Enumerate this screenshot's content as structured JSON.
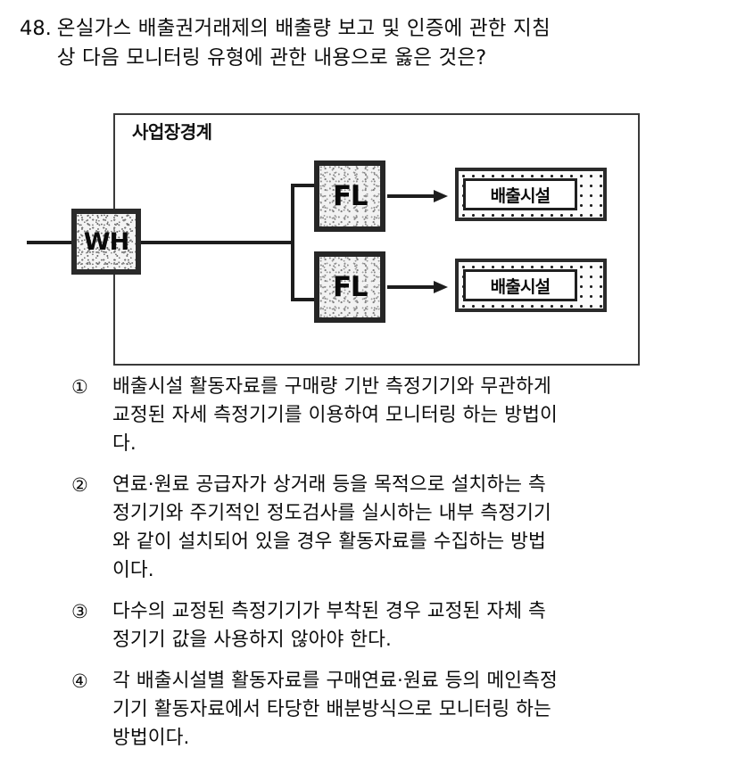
{
  "question": {
    "number": "48.",
    "lines": [
      "온실가스 배출권거래제의 배출량 보고 및 인증에 관한 지침",
      "상 다음 모니터링 유형에 관한 내용으로 옳은 것은?"
    ]
  },
  "diagram": {
    "boundary_label": "사업장경계",
    "nodes": {
      "wh": "WH",
      "fl_top": "FL",
      "fl_bottom": "FL"
    },
    "facilities": [
      {
        "label": "배출시설"
      },
      {
        "label": "배출시설"
      }
    ]
  },
  "options": [
    {
      "marker": "①",
      "lines": [
        "배출시설 활동자료를 구매량 기반 측정기기와 무관하게",
        "교정된 자세 측정기기를 이용하여 모니터링 하는 방법이",
        "다."
      ]
    },
    {
      "marker": "②",
      "lines": [
        "연료·원료 공급자가 상거래 등을 목적으로 설치하는 측",
        "정기기와 주기적인 정도검사를 실시하는 내부 측정기기",
        "와 같이 설치되어 있을 경우 활동자료를 수집하는 방법",
        "이다."
      ]
    },
    {
      "marker": "③",
      "lines": [
        "다수의 교정된 측정기기가 부착된 경우 교정된 자체 측",
        "정기기 값을 사용하지 않아야 한다."
      ]
    },
    {
      "marker": "④",
      "lines": [
        "각 배출시설별 활동자료를 구매연료·원료 등의 메인측정",
        "기기 활동자료에서 타당한 배분방식으로 모니터링 하는",
        "방법이다."
      ]
    }
  ]
}
